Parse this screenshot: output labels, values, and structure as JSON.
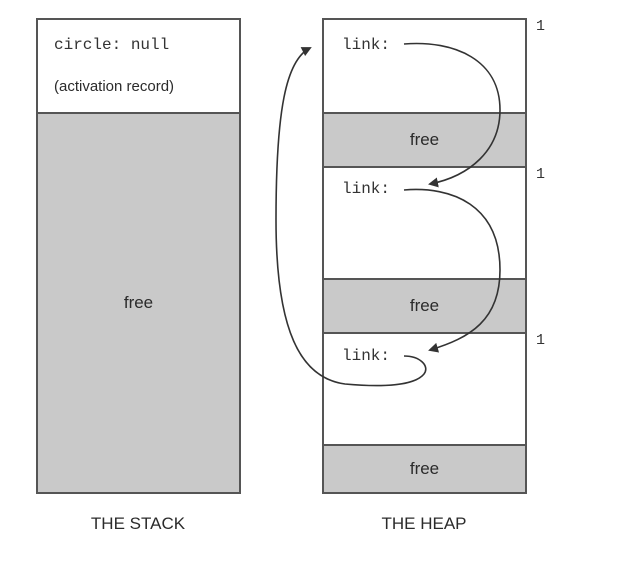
{
  "stack": {
    "caption": "THE STACK",
    "variable": "circle: null",
    "record_label": "(activation record)",
    "free_label": "free"
  },
  "heap": {
    "caption": "THE HEAP",
    "objects": [
      {
        "field": "link:",
        "refcount": "1"
      },
      {
        "field": "link:",
        "refcount": "1"
      },
      {
        "field": "link:",
        "refcount": "1"
      }
    ],
    "free_regions": [
      {
        "label": "free"
      },
      {
        "label": "free"
      },
      {
        "label": "free"
      }
    ]
  },
  "colors": {
    "free_fill": "#c9c9c9",
    "border": "#555555",
    "arrow": "#333333"
  }
}
